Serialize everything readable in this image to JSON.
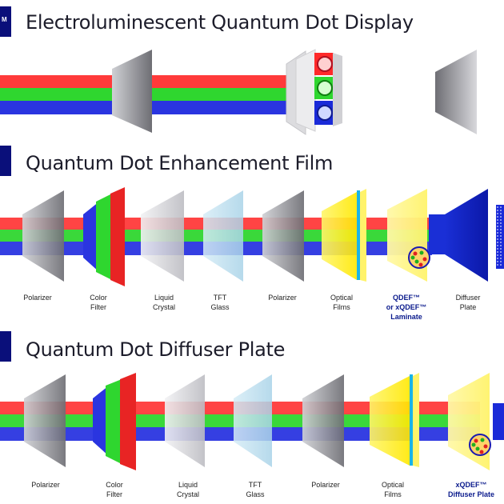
{
  "sections": [
    {
      "title": "Electroluminescent Quantum Dot Display",
      "tab": "M"
    },
    {
      "title": "Quantum Dot Enhancement Film",
      "tab": ""
    },
    {
      "title": "Quantum Dot Diffuser Plate",
      "tab": ""
    }
  ],
  "qdef_labels": [
    "Polarizer",
    "Color\nFilter",
    "Liquid\nCrystal",
    "TFT\nGlass",
    "Polarizer",
    "Optical\nFilms",
    "QDEF™\nor xQDEF™\nLaminate",
    "Diffuser\nPlate"
  ],
  "qddp_labels": [
    "Polarizer",
    "Color\nFilter",
    "Liquid\nCrystal",
    "TFT\nGlass",
    "Polarizer",
    "Optical\nFilms",
    "xQDEF™\nDiffuser Plate"
  ],
  "colors": {
    "red": "#ff3a3a",
    "green": "#2fd62f",
    "blue": "#2a35e0",
    "navy": "#0a0f7a",
    "yellow": "#fff200",
    "gray": "#8a8a8f"
  }
}
